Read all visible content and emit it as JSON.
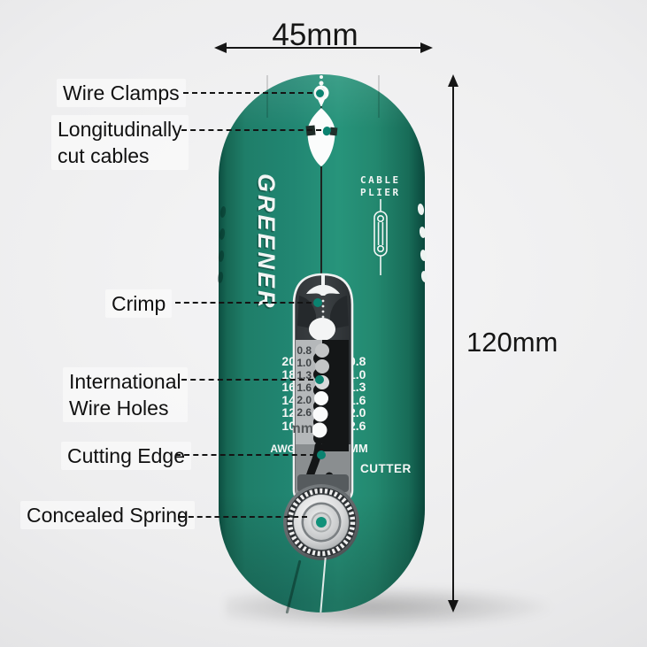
{
  "dimensions": {
    "width": "45mm",
    "height": "120mm"
  },
  "callouts": [
    {
      "id": "wire-clamps",
      "lines": [
        "Wire Clamps"
      ]
    },
    {
      "id": "longitudinally-cut-cables",
      "lines": [
        "Longitudinally",
        "cut cables"
      ]
    },
    {
      "id": "crimp",
      "lines": [
        "Crimp"
      ]
    },
    {
      "id": "international-wire-holes",
      "lines": [
        "International",
        "Wire Holes"
      ]
    },
    {
      "id": "cutting-edge",
      "lines": [
        "Cutting Edge"
      ]
    },
    {
      "id": "concealed-spring",
      "lines": [
        "Concealed Spring"
      ]
    }
  ],
  "tool": {
    "brand": "GREENER",
    "type_label": {
      "line1": "CABLE",
      "line2": "PLIER"
    },
    "cutter_label": "CUTTER",
    "gauge": {
      "awg_header": "AWG",
      "mm_header": "MM",
      "awg_values": [
        "20",
        "18",
        "16",
        "14",
        "12",
        "10"
      ],
      "mm_values": [
        "0.8",
        "1.0",
        "1.3",
        "1.6",
        "2.0",
        "2.6"
      ],
      "slider_values": [
        "0.8",
        "1.0",
        "1.3",
        "1.6",
        "2.0",
        "2.6"
      ],
      "slider_unit": "mm"
    },
    "colors": {
      "body_green": "#218672",
      "accent_teal": "#0b8270",
      "annotation_black": "#141414"
    },
    "icons": {
      "type_badge": "cable-plier-icon",
      "dial": "knurled-dial-icon"
    }
  }
}
